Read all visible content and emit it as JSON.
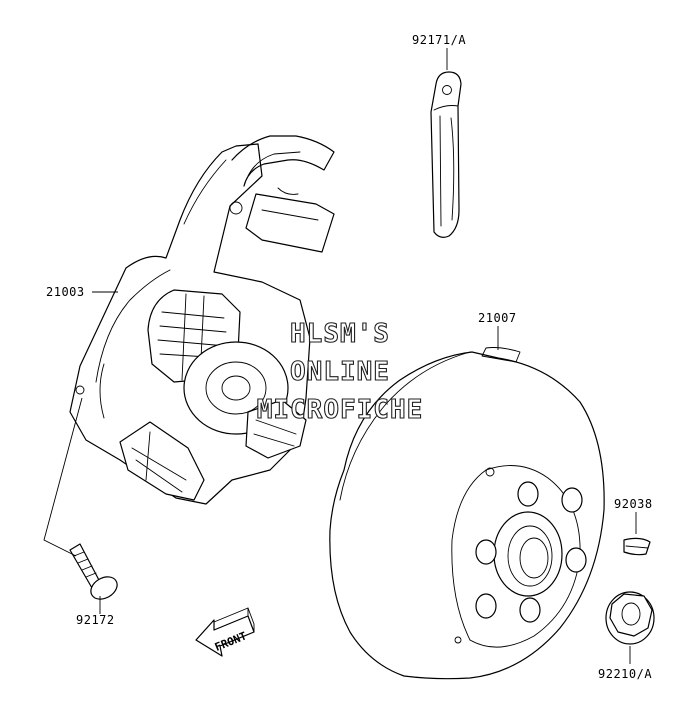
{
  "labels": {
    "strap": "92171/A",
    "stator": "21003",
    "flywheel": "21007",
    "key": "92038",
    "screw": "92172",
    "nut": "92210/A"
  },
  "watermark": {
    "line1": "HLSM'S",
    "line2": "ONLINE",
    "line3": "MICROFICHE"
  },
  "direction_arrow": {
    "text": "FRONT"
  }
}
